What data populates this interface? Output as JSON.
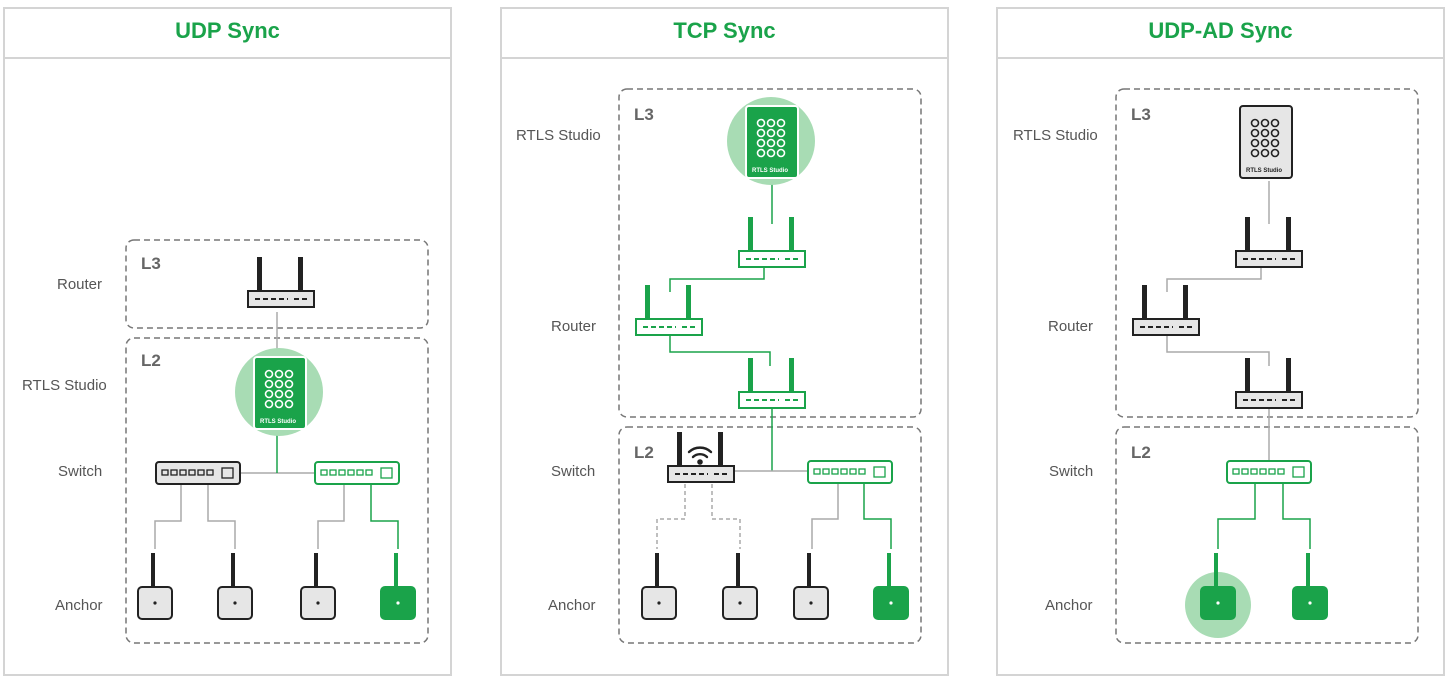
{
  "colors": {
    "accent": "#1aa34a",
    "highlight": "#a8dcb4",
    "neutral_device": "#e6e6e6",
    "dark": "#222222",
    "link_gray": "#aaaaaa"
  },
  "panels": [
    {
      "title": "UDP Sync",
      "levels": {
        "upper": "L3",
        "lower": "L2"
      },
      "row_labels": {
        "router": "Router",
        "studio": "RTLS Studio",
        "switch": "Switch",
        "anchor": "Anchor"
      },
      "studio_caption": "RTLS Studio"
    },
    {
      "title": "TCP Sync",
      "levels": {
        "upper": "L3",
        "lower": "L2"
      },
      "row_labels": {
        "studio": "RTLS Studio",
        "router": "Router",
        "switch": "Switch",
        "anchor": "Anchor"
      },
      "studio_caption": "RTLS Studio"
    },
    {
      "title": "UDP-AD Sync",
      "levels": {
        "upper": "L3",
        "lower": "L2"
      },
      "row_labels": {
        "studio": "RTLS Studio",
        "router": "Router",
        "switch": "Switch",
        "anchor": "Anchor"
      },
      "studio_caption": "RTLS Studio"
    }
  ]
}
